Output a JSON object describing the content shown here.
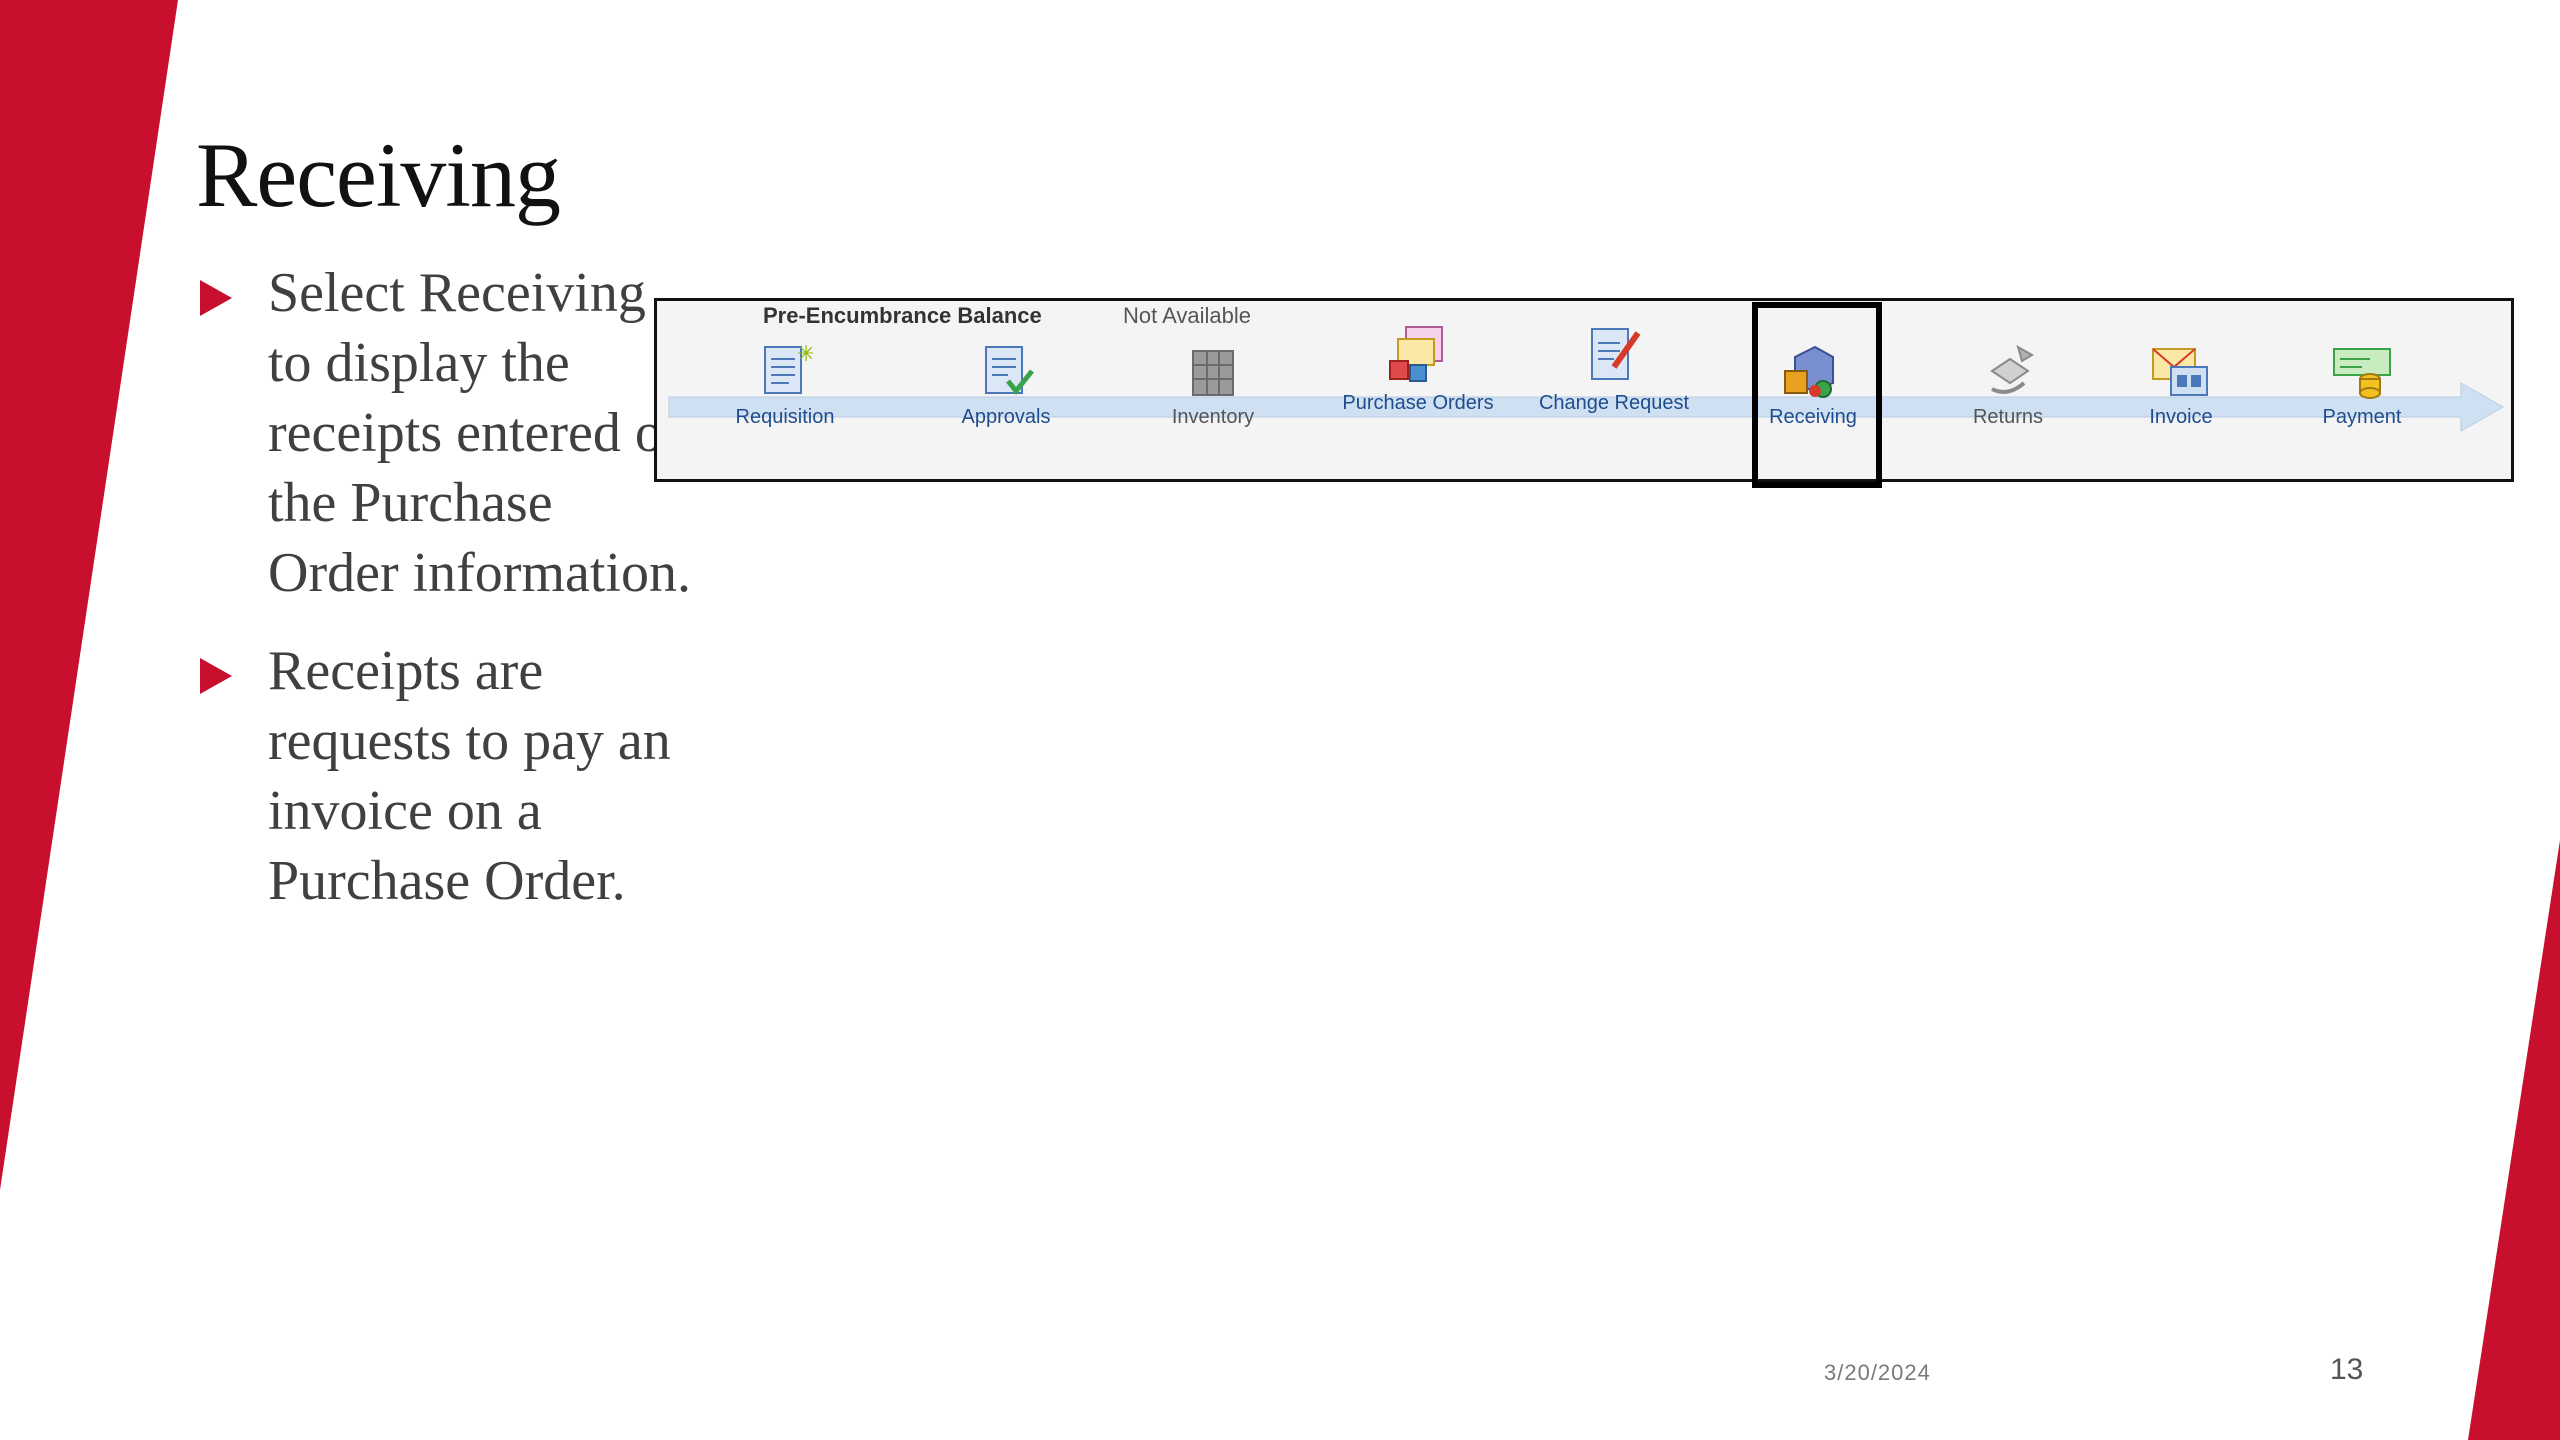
{
  "slide": {
    "title": "Receiving",
    "bullets": [
      "Select Receiving to display the receipts entered on the Purchase Order information.",
      "Receipts are requests to pay an invoice on a Purchase Order."
    ],
    "date": "3/20/2024",
    "page_number": "13"
  },
  "colors": {
    "accent_red": "#c8102e",
    "link_blue": "#1f4d8c",
    "flow_arrow": "#cfe0f3"
  },
  "flow": {
    "header_label": "Pre-Encumbrance Balance",
    "header_value": "Not Available",
    "selected_step": "Receiving",
    "steps": [
      {
        "label": "Requisition",
        "icon": "requisition-icon"
      },
      {
        "label": "Approvals",
        "icon": "approvals-icon"
      },
      {
        "label": "Inventory",
        "icon": "inventory-icon"
      },
      {
        "label": "Purchase Orders",
        "icon": "purchase-orders-icon"
      },
      {
        "label": "Change Request",
        "icon": "change-request-icon"
      },
      {
        "label": "Receiving",
        "icon": "receiving-icon"
      },
      {
        "label": "Returns",
        "icon": "returns-icon"
      },
      {
        "label": "Invoice",
        "icon": "invoice-icon"
      },
      {
        "label": "Payment",
        "icon": "payment-icon"
      }
    ]
  }
}
